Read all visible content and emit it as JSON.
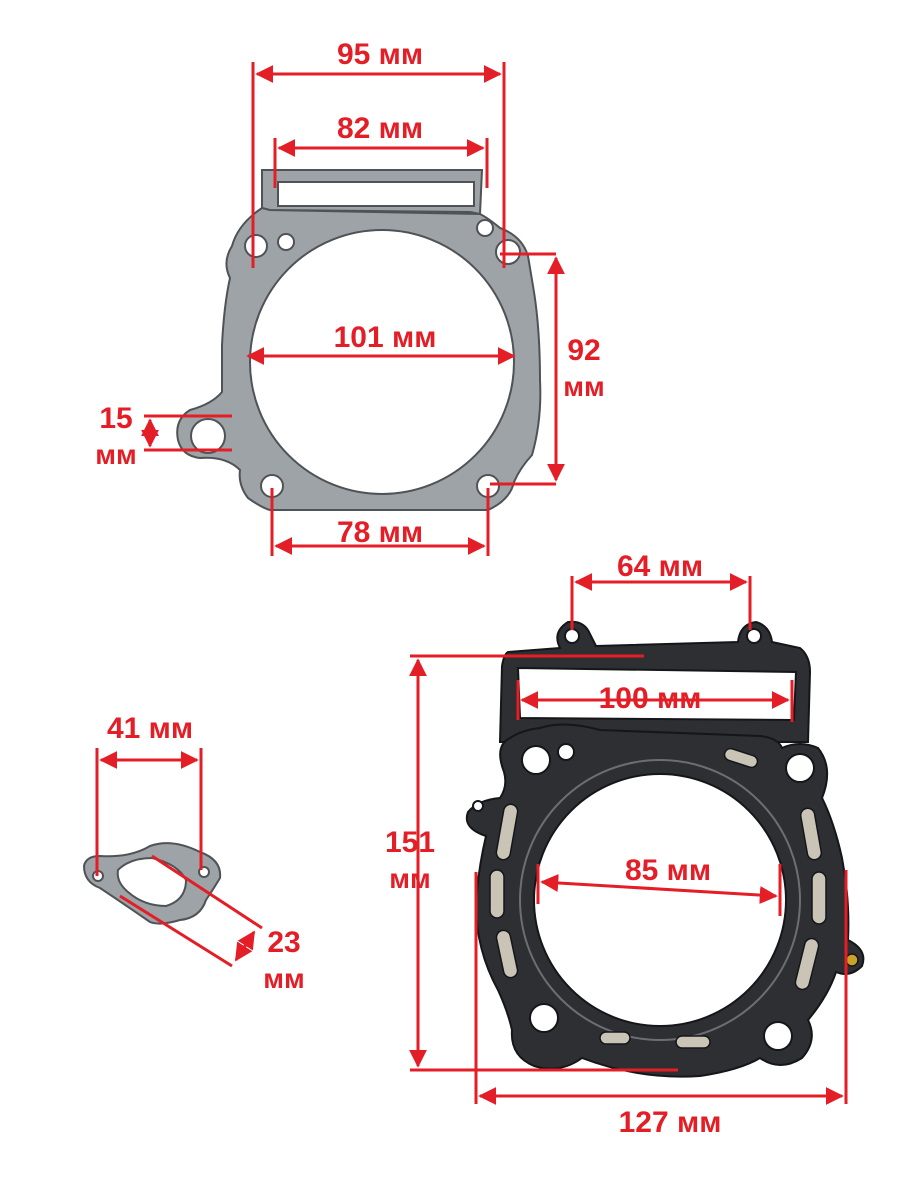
{
  "colors": {
    "dimension": "#e41e26",
    "paper_gasket": "#9ea3a7",
    "metal_gasket": "#2d2f33",
    "background": "#ffffff"
  },
  "base_gasket": {
    "dim_top_outer": "95 мм",
    "dim_top_inner": "82 мм",
    "dim_bore": "101 мм",
    "dim_height_value": "92",
    "dim_height_unit": "мм",
    "dim_lug_value": "15",
    "dim_lug_unit": "мм",
    "dim_bottom": "78 мм"
  },
  "head_gasket": {
    "dim_top_holes": "64 мм",
    "dim_top_width": "100 мм",
    "dim_bore": "85 мм",
    "dim_height_value": "151",
    "dim_height_unit": "мм",
    "dim_width": "127 мм"
  },
  "small_gasket": {
    "dim_width": "41 мм",
    "dim_height_value": "23",
    "dim_height_unit": "мм"
  }
}
